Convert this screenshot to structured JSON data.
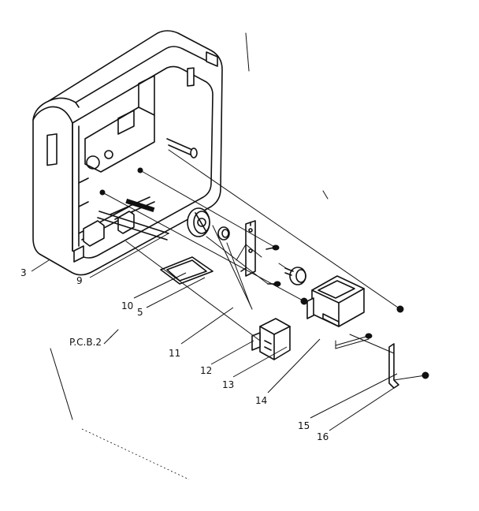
{
  "labels": {
    "l3": "3",
    "l9": "9",
    "l10": "10",
    "l5": "5",
    "l11": "11",
    "l12": "12",
    "l13": "13",
    "l14": "14",
    "l15": "15",
    "l16": "16",
    "pcb2": "P.C.B.2"
  }
}
